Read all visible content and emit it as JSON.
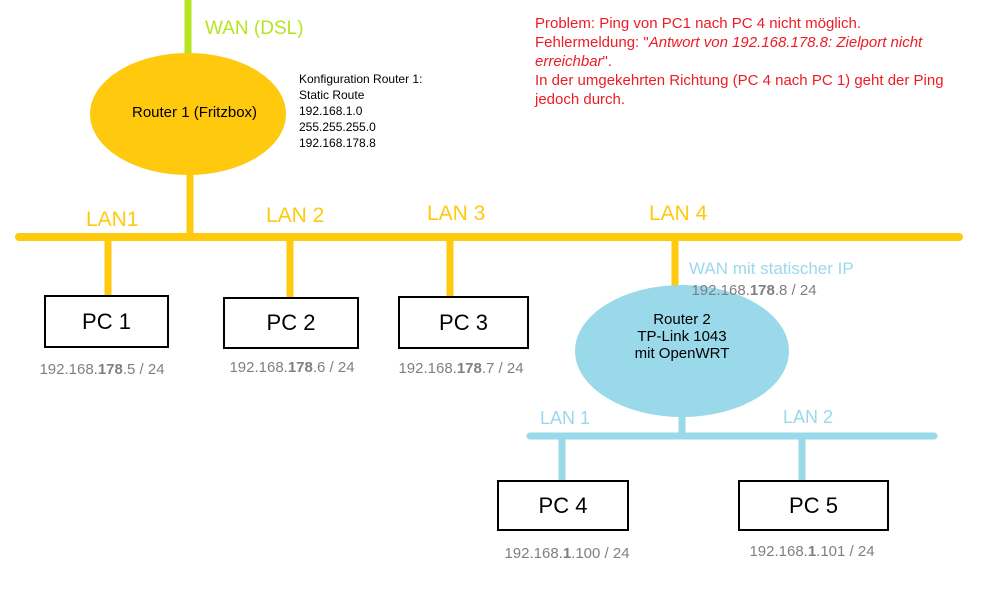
{
  "colors": {
    "wan": "#b5e61d",
    "router1": "#ffc90e",
    "router2": "#99d9ea",
    "problem": "#ed1c24",
    "ip": "#7f7f7f"
  },
  "wan_label": "WAN (DSL)",
  "router1": {
    "label": "Router 1 (Fritzbox)",
    "config": [
      "Konfiguration Router 1:",
      "Static Route",
      "192.168.1.0",
      "255.255.255.0",
      "192.168.178.8"
    ]
  },
  "problem": {
    "line1": "Problem: Ping von PC1 nach PC 4 nicht möglich.",
    "line2_prefix": "Fehlermeldung: \"",
    "line2_italic": "Antwort von 192.168.178.8: Zielport nicht erreichbar",
    "line2_suffix": "\".",
    "line3": "In der umgekehrten Richtung (PC 4 nach PC 1) geht der Ping jedoch durch."
  },
  "lan1": [
    "LAN1",
    "LAN 2",
    "LAN 3",
    "LAN 4"
  ],
  "router2": {
    "wan_label": "WAN mit statischer IP",
    "wan_ip": {
      "pre": "192.168.",
      "bold": "178",
      "post": ".8 / 24"
    },
    "label": [
      "Router 2",
      "TP-Link 1043",
      "mit OpenWRT"
    ]
  },
  "lan2": [
    "LAN 1",
    "LAN 2"
  ],
  "pcs": [
    {
      "name": "PC 1",
      "ip": {
        "pre": "192.168.",
        "bold": "178",
        "post": ".5 / 24"
      }
    },
    {
      "name": "PC 2",
      "ip": {
        "pre": "192.168.",
        "bold": "178",
        "post": ".6 / 24"
      }
    },
    {
      "name": "PC 3",
      "ip": {
        "pre": "192.168.",
        "bold": "178",
        "post": ".7 / 24"
      }
    },
    {
      "name": "PC 4",
      "ip": {
        "pre": "192.168.",
        "bold": "1",
        "post": ".100 / 24"
      }
    },
    {
      "name": "PC 5",
      "ip": {
        "pre": "192.168.",
        "bold": "1",
        "post": ".101 / 24"
      }
    }
  ]
}
